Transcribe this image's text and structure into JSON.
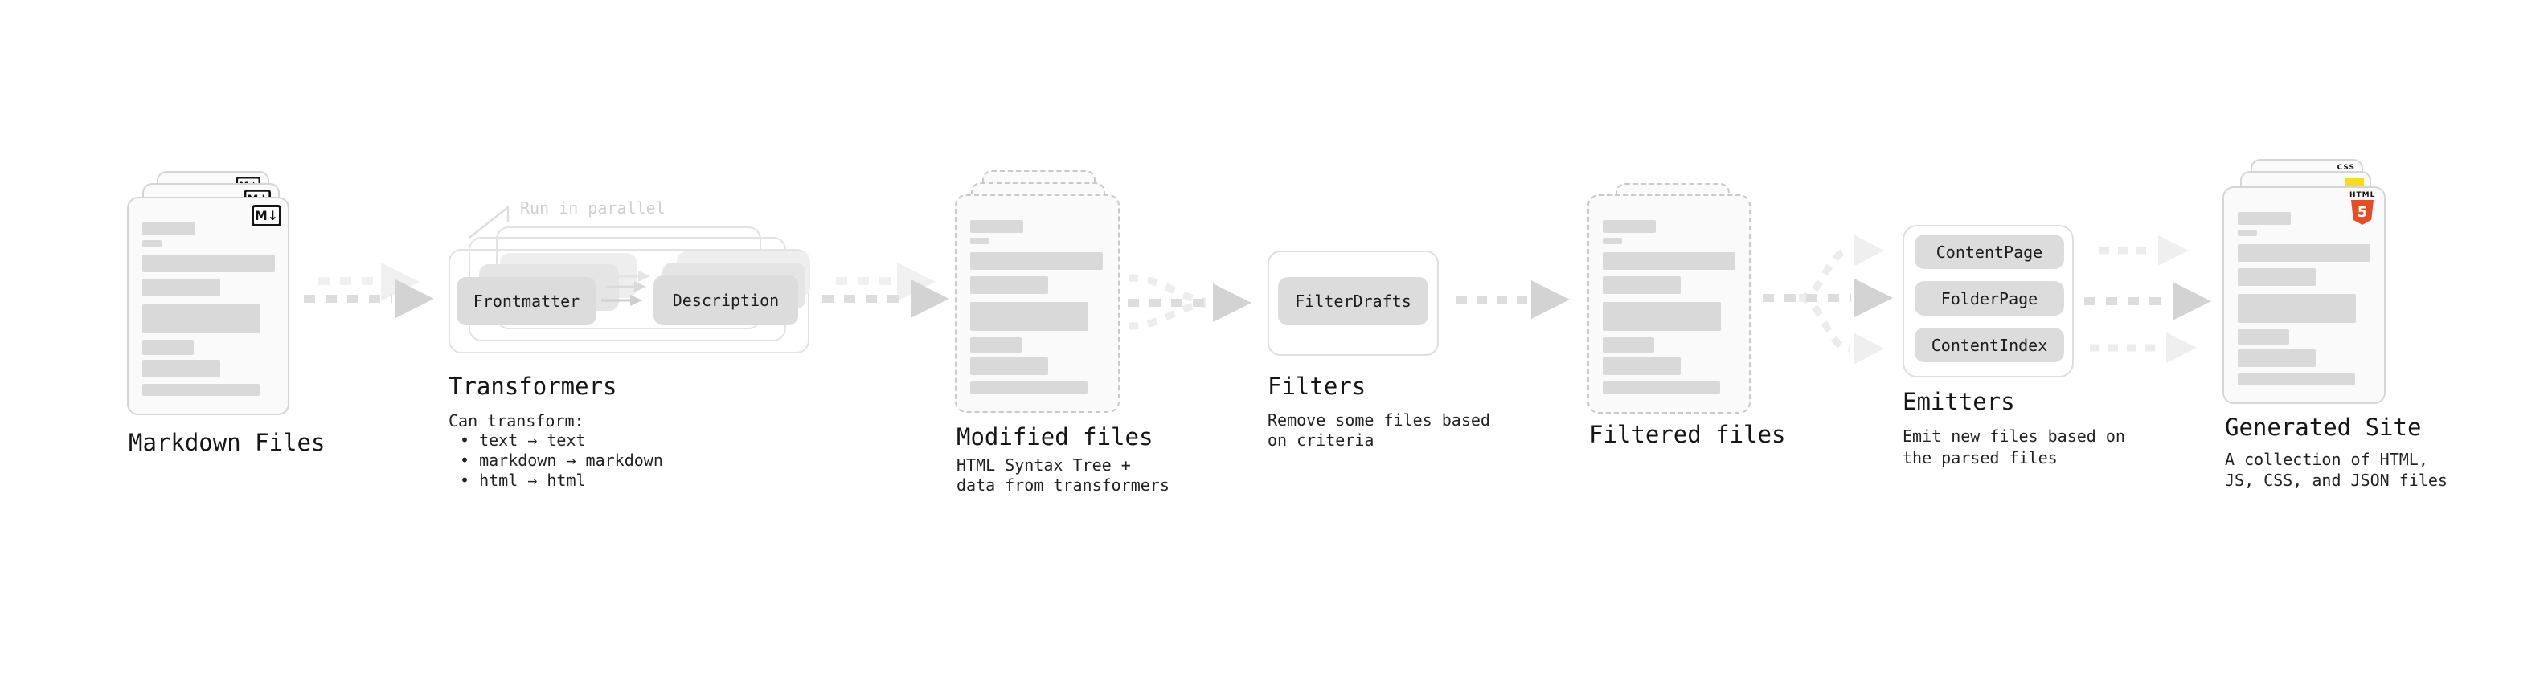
{
  "stages": {
    "markdown_files": {
      "label": "Markdown Files",
      "badge": "M↓"
    },
    "transformers": {
      "label": "Transformers",
      "annotation": "Run in parallel",
      "pill_left": "Frontmatter",
      "pill_right": "Description",
      "desc_heading": "Can transform:",
      "bullets": [
        "• text → text",
        "• markdown → markdown",
        "• html → html"
      ]
    },
    "modified_files": {
      "label": "Modified files",
      "desc": [
        "HTML Syntax Tree +",
        "data from transformers"
      ]
    },
    "filters": {
      "label": "Filters",
      "pill": "FilterDrafts",
      "desc": [
        "Remove some files based",
        "on criteria"
      ]
    },
    "filtered_files": {
      "label": "Filtered files"
    },
    "emitters": {
      "label": "Emitters",
      "pills": [
        "ContentPage",
        "FolderPage",
        "ContentIndex"
      ],
      "desc": [
        "Emit new files based on",
        "the parsed files"
      ]
    },
    "generated_site": {
      "label": "Generated Site",
      "desc": [
        "A collection of HTML,",
        "JS, CSS, and JSON files"
      ],
      "css_badge": "CSS",
      "html_badge_word": "HTML",
      "html_badge_number": "5"
    }
  },
  "colors": {
    "html5_orange": "#e44d26",
    "js_yellow": "#f5de19",
    "css_blue": "#1572b6"
  }
}
